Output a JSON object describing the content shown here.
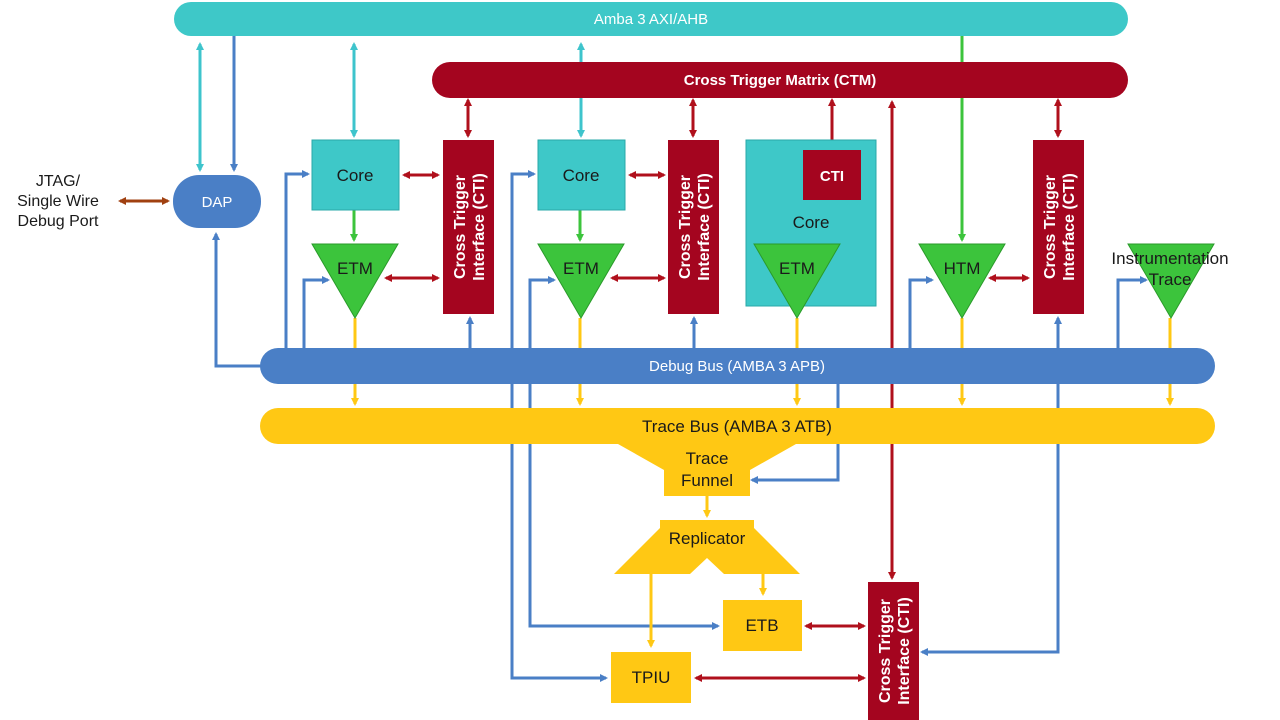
{
  "colors": {
    "teal": "#3ec8c8",
    "teal_arrow": "#3ec4cc",
    "darkred": "#a4051f",
    "blue": "#4a7fc6",
    "green": "#3cc43c",
    "yellow": "#ffc814",
    "brown": "#a04010"
  },
  "buses": {
    "axi": "Amba 3 AXI/AHB",
    "ctm": "Cross Trigger Matrix (CTM)",
    "debug": "Debug Bus (AMBA 3 APB)",
    "trace": "Trace Bus (AMBA 3 ATB)"
  },
  "external": {
    "jtag_line1": "JTAG/",
    "jtag_line2": "Single Wire",
    "jtag_line3": "Debug Port"
  },
  "blocks": {
    "dap": "DAP",
    "core": "Core",
    "cti": "CTI",
    "cti_line1": "Cross Trigger",
    "cti_line2": "Interface (CTI)",
    "etm": "ETM",
    "htm": "HTM",
    "instr_line1": "Instrumentation",
    "instr_line2": "Trace",
    "funnel_line1": "Trace",
    "funnel_line2": "Funnel",
    "replicator": "Replicator",
    "etb": "ETB",
    "tpiu": "TPIU"
  }
}
